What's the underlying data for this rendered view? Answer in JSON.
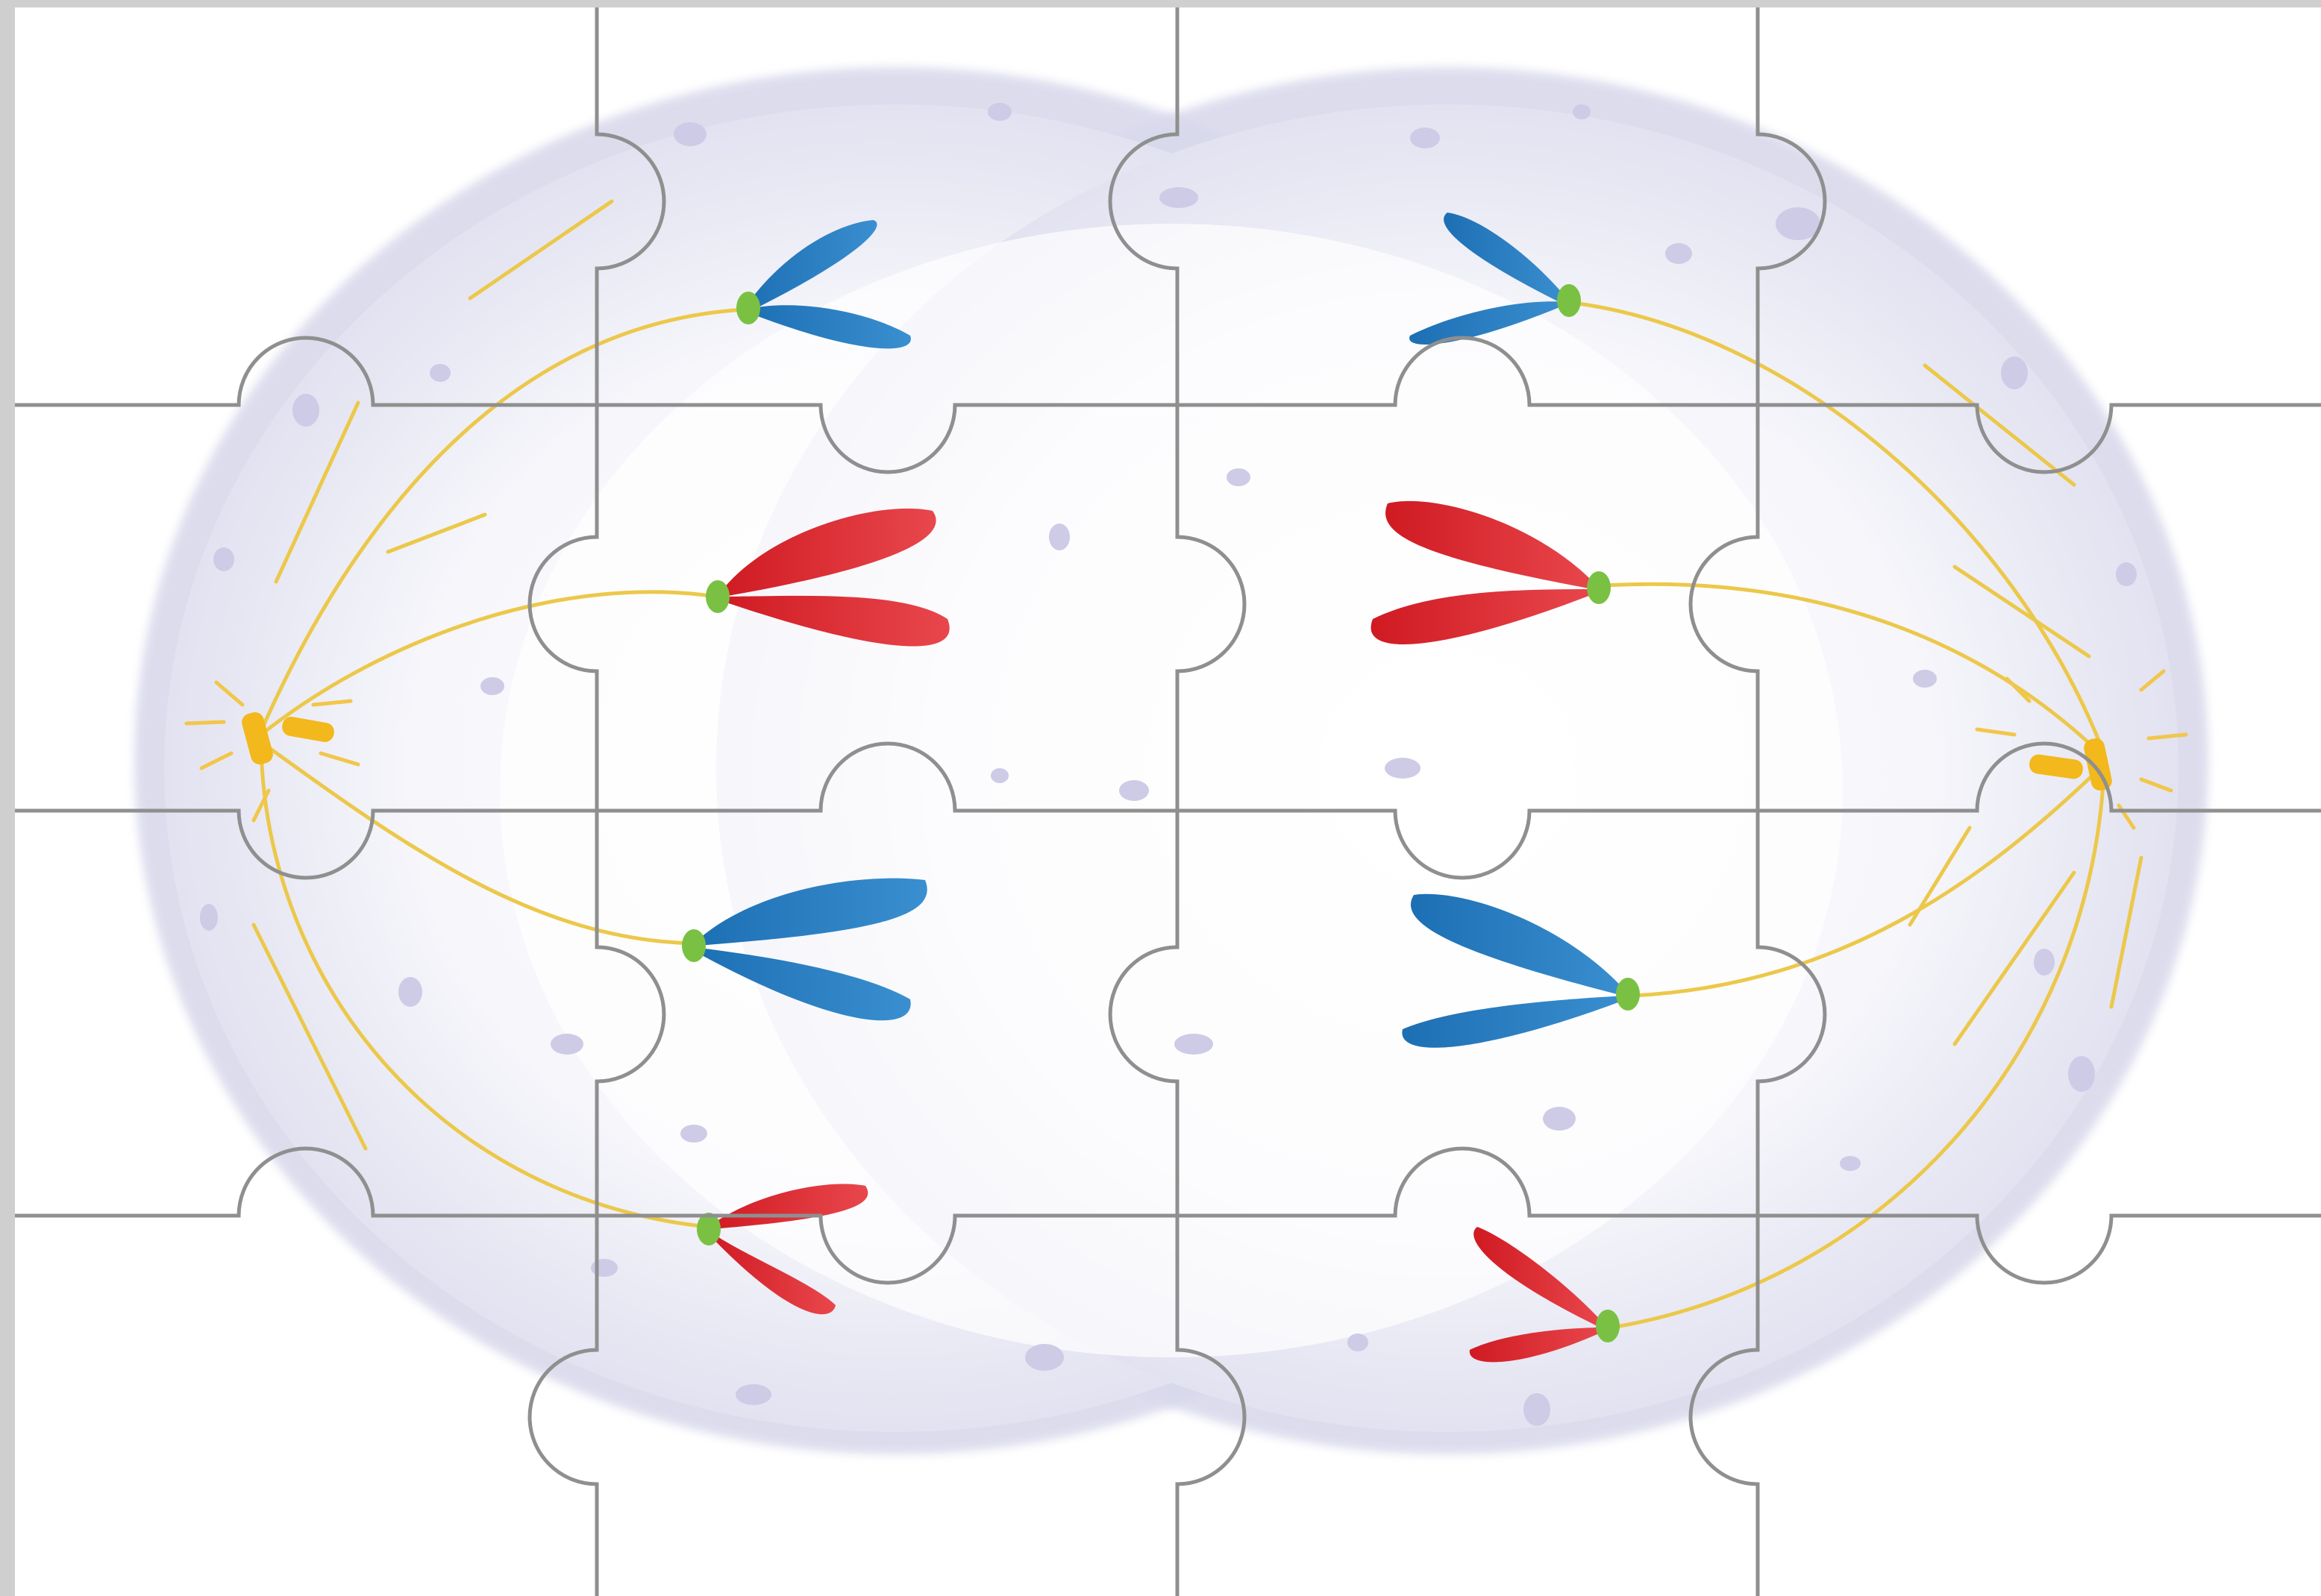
{
  "puzzle": {
    "rows": 4,
    "cols": 4,
    "image_subject": "cell-division-anaphase",
    "piece_count": 16
  },
  "colors": {
    "background": "#ffffff",
    "cell_fill": "#e3e3f1",
    "cell_edge": "#c9c8e2",
    "blue_chromosome": "#1f74b8",
    "red_chromosome": "#d41f26",
    "centromere": "#7ac143",
    "spindle_fiber": "#e9c23a",
    "centrosome": "#f2b81c",
    "piece_line": "#8f8f8f",
    "frame": "#cfcfcf"
  },
  "icons": {
    "left_centrosome": "centrosome-icon",
    "right_centrosome": "centrosome-icon"
  }
}
